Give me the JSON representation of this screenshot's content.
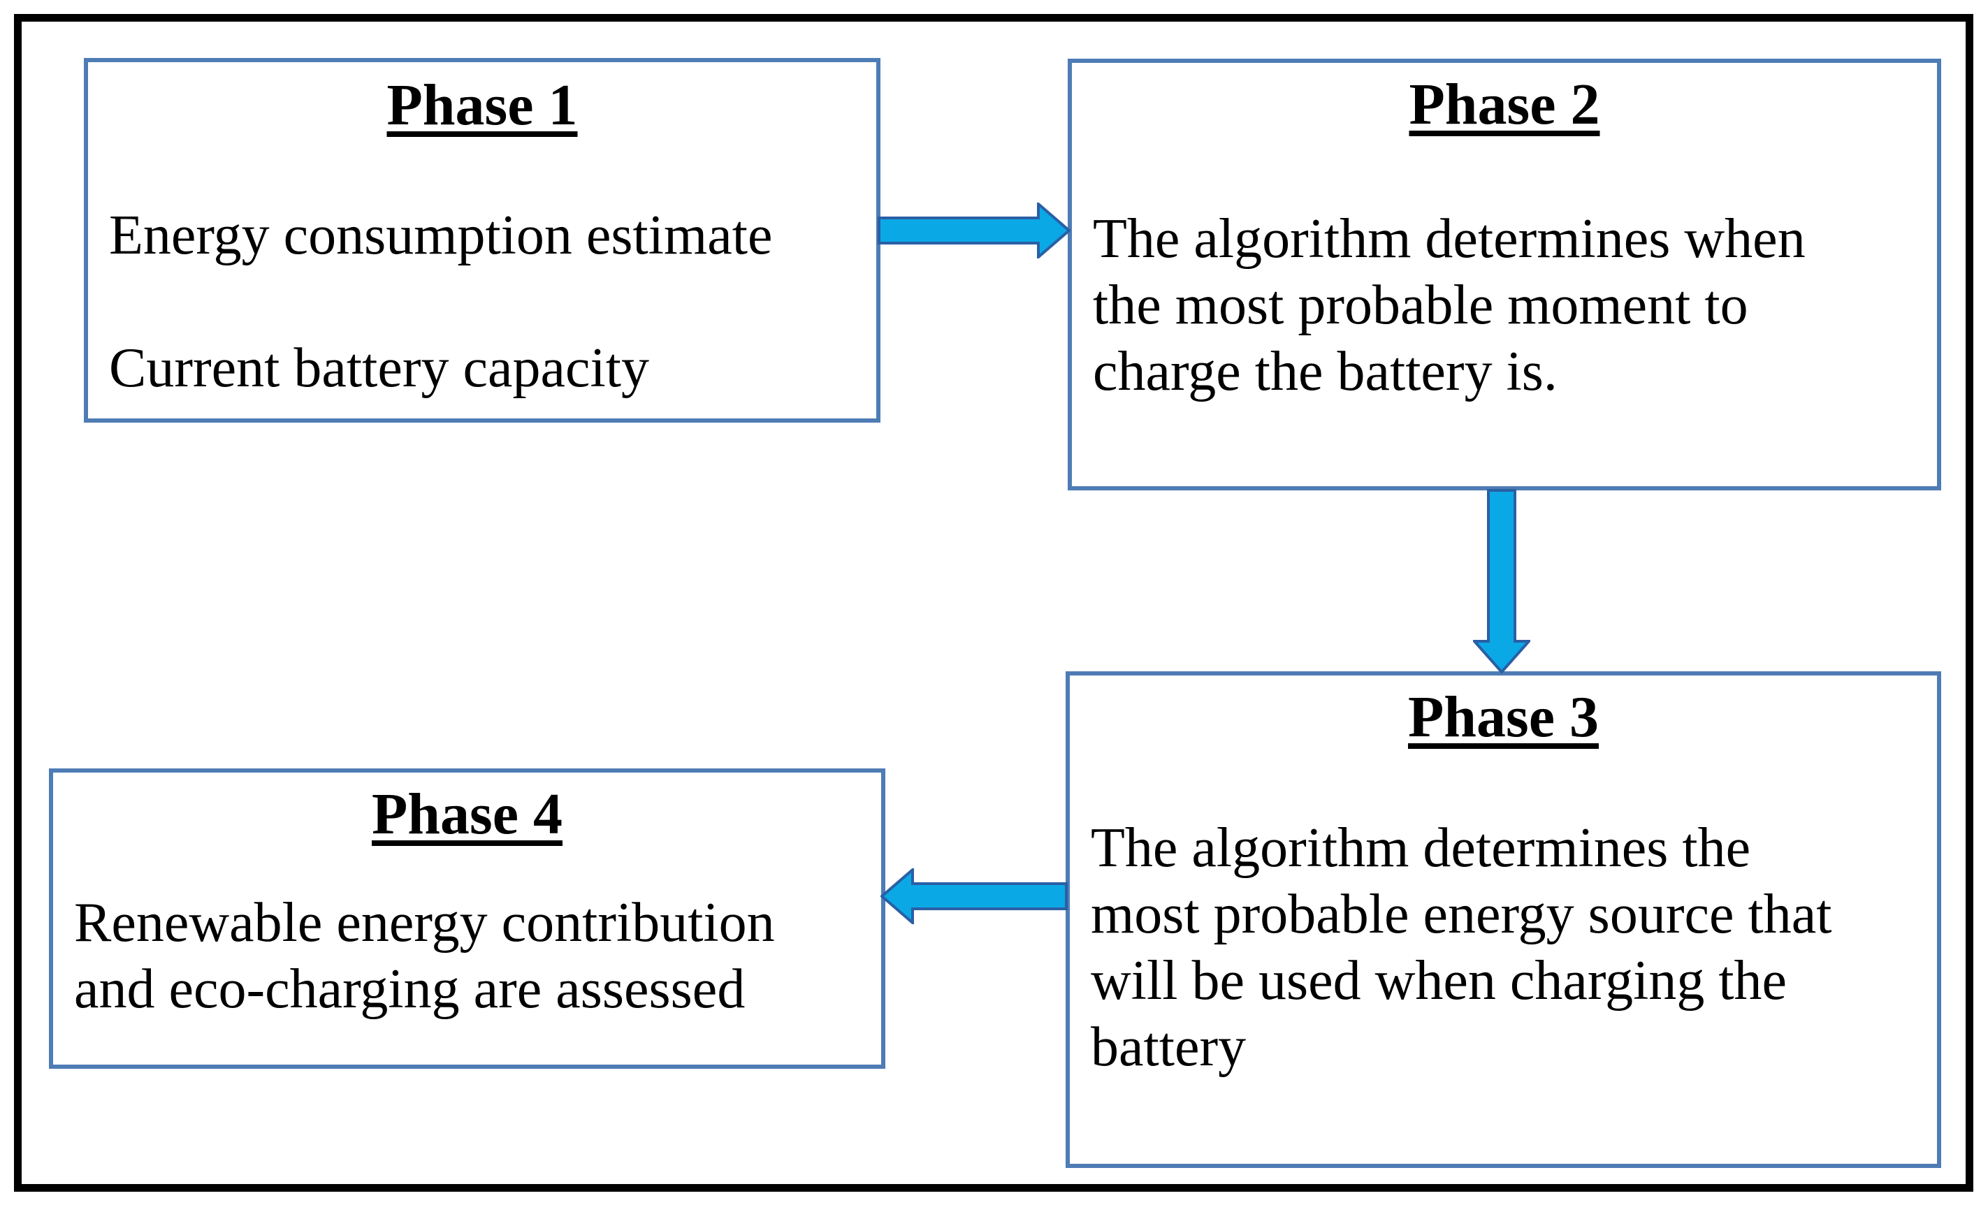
{
  "figure": {
    "type": "flowchart",
    "colors": {
      "background": "#ffffff",
      "frame_color": "#000000",
      "text_color": "#000000",
      "box_border": "#4e7cb5",
      "arrow_fill": "#0aa9e6",
      "arrow_stroke": "#2a5fa5"
    },
    "phases": [
      {
        "id": "phase-1",
        "title": "Phase 1",
        "text": "Energy consumption estimate / Current battery capacity",
        "lines": [
          "Energy consumption estimate",
          "Current battery capacity"
        ]
      },
      {
        "id": "phase-2",
        "title": "Phase 2",
        "text": "The algorithm determines when the most probable moment to charge the battery is.",
        "lines": [
          "The algorithm determines when",
          "the most probable moment to",
          "charge the battery is."
        ]
      },
      {
        "id": "phase-3",
        "title": "Phase 3",
        "text": "The algorithm determines the most probable energy source that will be used when charging the battery",
        "lines": [
          "The algorithm determines the",
          "most probable energy source that",
          "will be used when charging the",
          "battery"
        ]
      },
      {
        "id": "phase-4",
        "title": "Phase 4",
        "text": "Renewable energy contribution and eco-charging are assessed",
        "lines": [
          "Renewable energy contribution",
          "and eco-charging are assessed"
        ]
      }
    ],
    "arrows": [
      {
        "name": "phase1-to-phase2",
        "direction": "right",
        "from": "Phase 1",
        "to": "Phase 2"
      },
      {
        "name": "phase2-to-phase3",
        "direction": "down",
        "from": "Phase 2",
        "to": "Phase 3"
      },
      {
        "name": "phase3-to-phase4",
        "direction": "left",
        "from": "Phase 3",
        "to": "Phase 4"
      }
    ]
  }
}
